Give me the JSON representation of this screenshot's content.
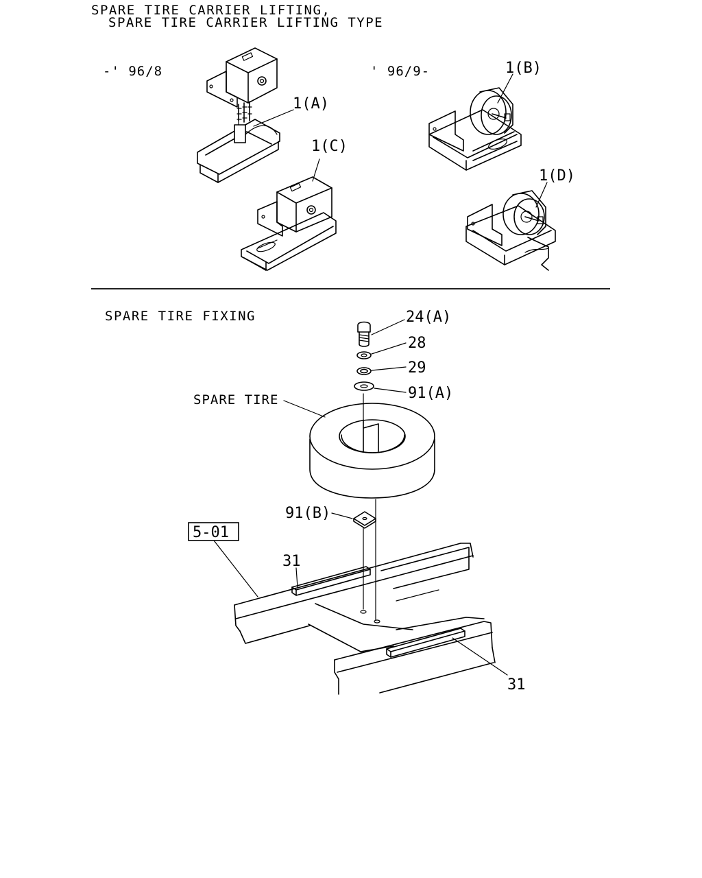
{
  "header": {
    "title_line1": "SPARE TIRE CARRIER LIFTING,",
    "title_line2": "SPARE TIRE CARRIER LIFTING TYPE"
  },
  "carrier_section": {
    "date_before": "-' 96/8",
    "date_after": "' 96/9-",
    "labels": {
      "part_1a": "1(A)",
      "part_1b": "1(B)",
      "part_1c": "1(C)",
      "part_1d": "1(D)"
    }
  },
  "fixing_section": {
    "title": "SPARE TIRE FIXING",
    "spare_tire_label": "SPARE TIRE",
    "reference_box": "5-01",
    "labels": {
      "part_24a": "24(A)",
      "part_28": "28",
      "part_29": "29",
      "part_91a": "91(A)",
      "part_91b": "91(B)",
      "part_31_left": "31",
      "part_31_right": "31"
    }
  },
  "colors": {
    "ink": "#000000",
    "paper": "#ffffff"
  }
}
